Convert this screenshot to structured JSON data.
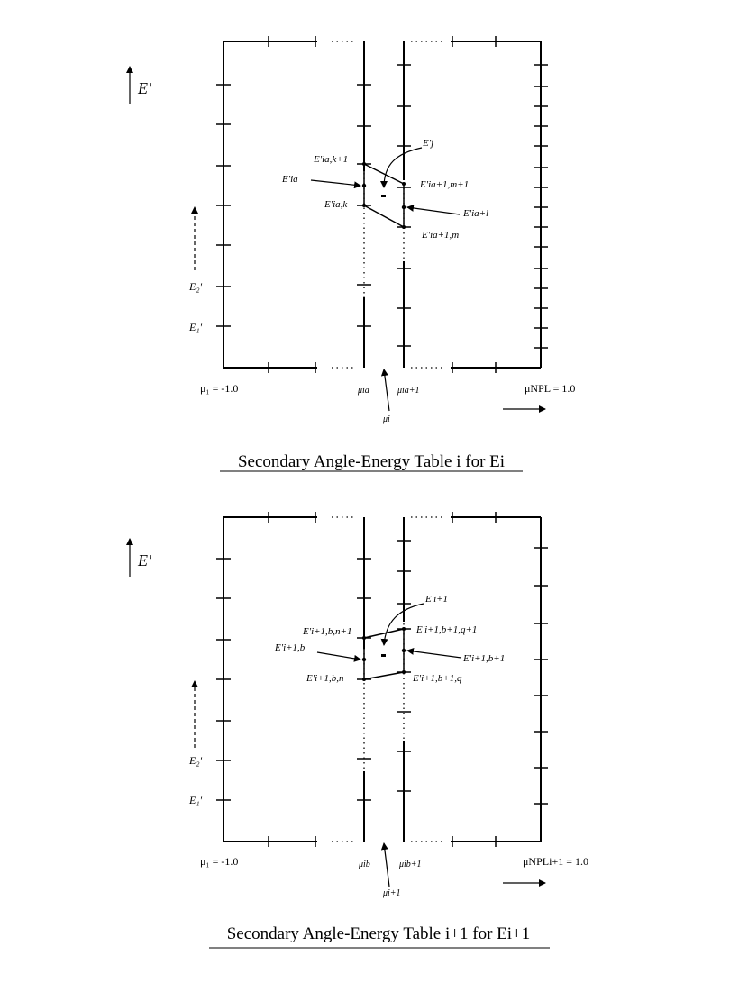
{
  "top_panel": {
    "axis_energy": "E'",
    "mu_first": "μ₁ = -1.0",
    "mu_last": "μNPL = 1.0",
    "mu_ia": "μia",
    "mu_ia1": "μia+1",
    "mu_i": "μi",
    "e1": "E₁'",
    "e2": "E₂'",
    "e_target": "E'j",
    "e_a_left": "E'ia",
    "e_a_right": "E'ia+l",
    "e_ub_left": "E'ia,k+1",
    "e_lb_left": "E'ia,k",
    "e_ub_right": "E'ia+1,m+1",
    "e_lb_right": "E'ia+1,m",
    "caption": "Secondary Angle-Energy Table i for Ei"
  },
  "bottom_panel": {
    "axis_energy": "E'",
    "mu_first": "μ₁ = -1.0",
    "mu_last": "μNPLi+1 = 1.0",
    "mu_ib": "μib",
    "mu_ib1": "μib+1",
    "mu_i1": "μi+1",
    "e1": "E₁'",
    "e2": "E₂'",
    "e_target": "E'i+1",
    "e_b_left": "E'i+1,b",
    "e_b_right": "E'i+1,b+1",
    "e_ub_left": "E'i+1,b,n+1",
    "e_lb_left": "E'i+1,b,n",
    "e_ub_right": "E'i+1,b+1,q+1",
    "e_lb_right": "E'i+1,b+1,q",
    "caption": "Secondary Angle-Energy Table i+1 for Ei+1"
  }
}
